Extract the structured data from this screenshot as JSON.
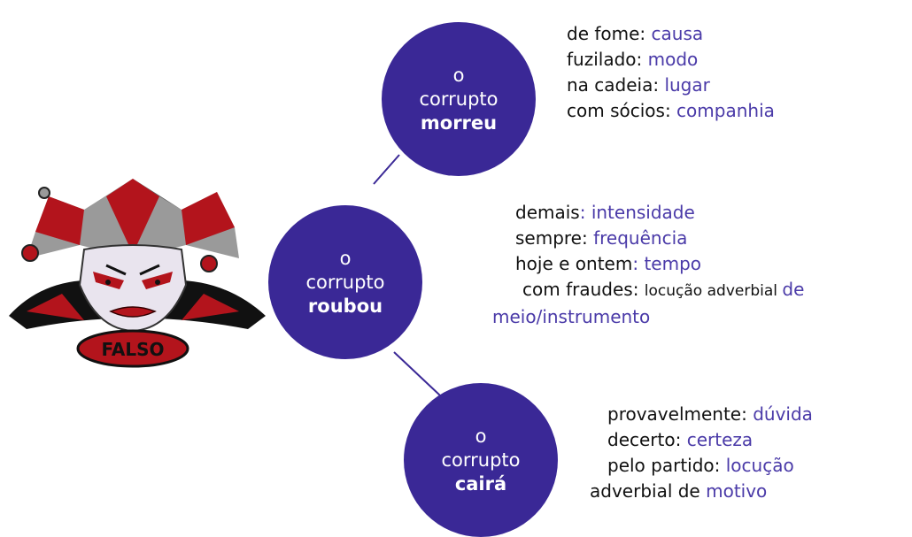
{
  "nodes": [
    {
      "id": "morreu",
      "subject_line1": "o",
      "subject_line2": "corrupto",
      "verb": "morreu",
      "items": [
        {
          "term": "de fome: ",
          "category": "causa"
        },
        {
          "term": "fuzilado: ",
          "category": "modo"
        },
        {
          "term": "na cadeia: ",
          "category": "lugar"
        },
        {
          "term": "com sócios: ",
          "category": "companhia"
        }
      ]
    },
    {
      "id": "roubou",
      "subject_line1": "o",
      "subject_line2": "corrupto",
      "verb": "roubou",
      "items": [
        {
          "term": "demais",
          "category": ": intensidade"
        },
        {
          "term": "sempre: ",
          "category": "frequência"
        },
        {
          "term": "hoje e ontem",
          "category": ": tempo"
        },
        {
          "term": "com fraudes: ",
          "note": "locução adverbial ",
          "category": "de"
        }
      ],
      "wrap_line": "meio/instrumento"
    },
    {
      "id": "caira",
      "subject_line1": "o",
      "subject_line2": "corrupto",
      "verb": "cairá",
      "items": [
        {
          "term": "provavelmente: ",
          "category": "dúvida"
        },
        {
          "term": "decerto: ",
          "category": "certeza"
        },
        {
          "term": "pelo partido: ",
          "category": "locução"
        }
      ],
      "wrap_term": "adverbial de ",
      "wrap_category": "motivo"
    }
  ],
  "badge_text": "FALSO",
  "colors": {
    "circle_fill": "#3a2896",
    "category_text": "#4a3aa8",
    "connector": "#3a2896",
    "jester_red": "#b3141c",
    "jester_gray": "#9a9a9a"
  }
}
